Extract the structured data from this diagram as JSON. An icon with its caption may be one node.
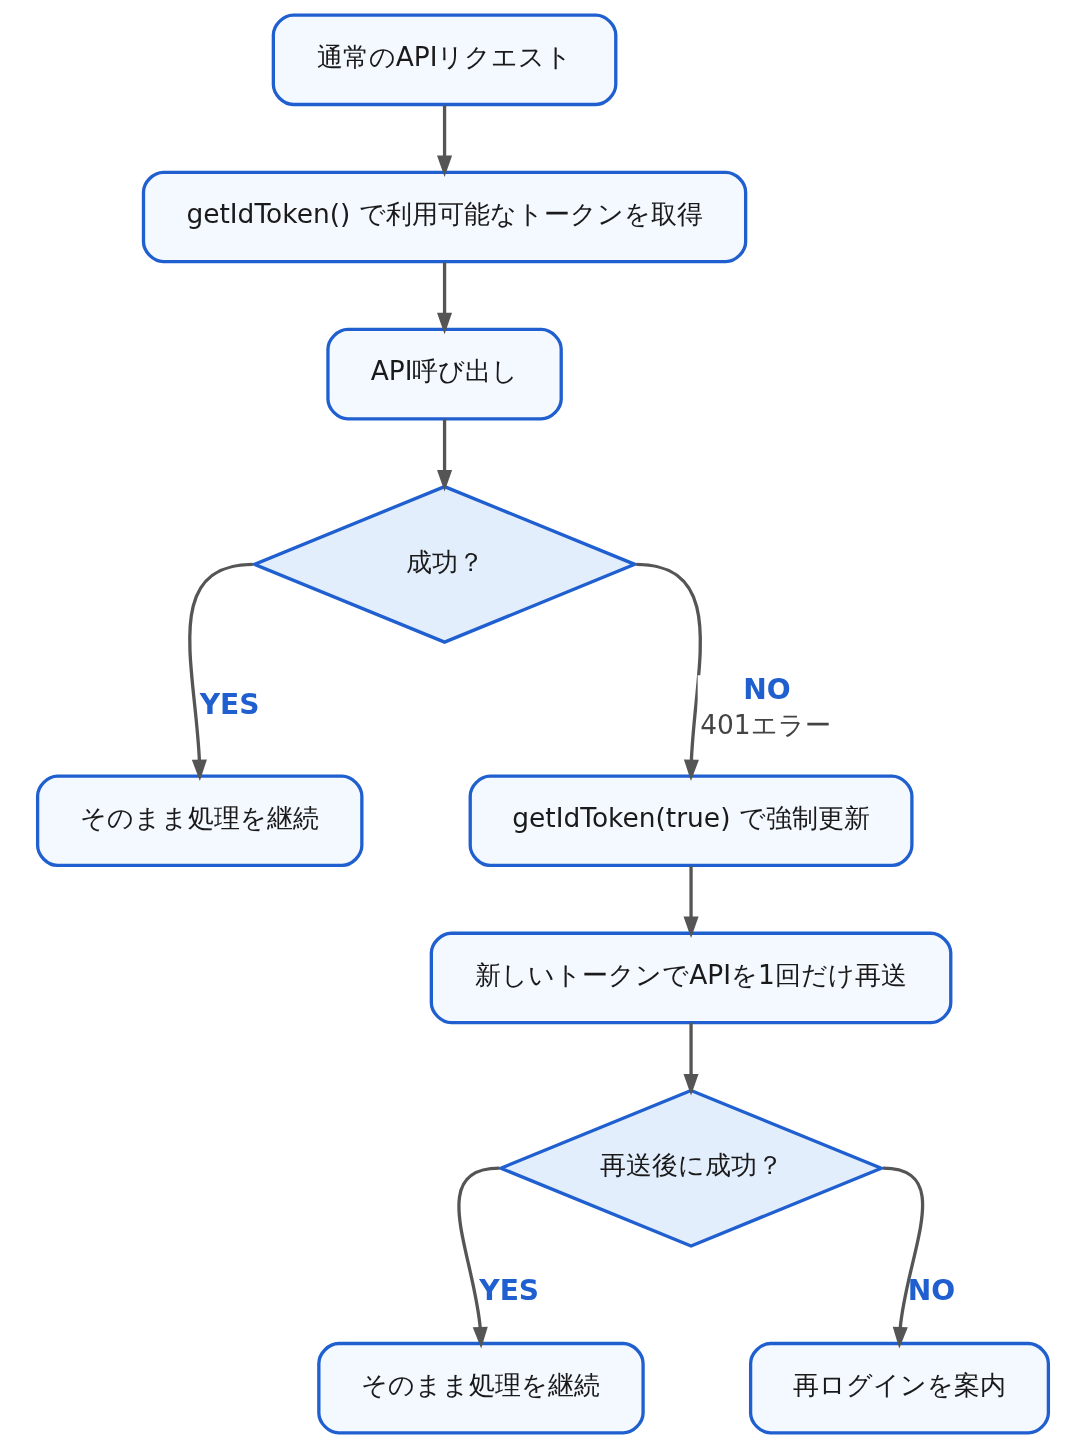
{
  "diagram": {
    "nodes": [
      {
        "text": [
          "通常のAPIリクエスト"
        ]
      },
      {
        "text": [
          "getIdToken() で利用可能なトークンを取得"
        ]
      },
      {
        "text": [
          "API呼び出し"
        ]
      },
      {
        "text": [
          "成功？"
        ]
      },
      {
        "text": [
          "そのまま処理を継続"
        ]
      },
      {
        "text": [
          "getIdToken(true) で強制更新"
        ]
      },
      {
        "text": [
          "新しいトークンでAPIを1回だけ再送"
        ]
      },
      {
        "text": [
          "再送後に成功？"
        ]
      },
      {
        "text": [
          "そのまま処理を継続"
        ]
      },
      {
        "text": [
          "再ログインを案内"
        ]
      }
    ],
    "edges": [
      {
        "from": 0,
        "to": 1,
        "arrow": "to"
      },
      {
        "from": 1,
        "to": 2,
        "arrow": "to"
      },
      {
        "from": 2,
        "to": 3,
        "arrow": "to"
      },
      {
        "from": 3,
        "to": 4,
        "arrow": "to",
        "label": "YES"
      },
      {
        "from": 3,
        "to": 5,
        "arrow": "to",
        "label": "NO 401エラー"
      },
      {
        "from": 5,
        "to": 6,
        "arrow": "to"
      },
      {
        "from": 6,
        "to": 7,
        "arrow": "to"
      },
      {
        "from": 7,
        "to": 8,
        "arrow": "to",
        "label": "YES"
      },
      {
        "from": 7,
        "to": 9,
        "arrow": "to",
        "label": "NO"
      }
    ]
  }
}
